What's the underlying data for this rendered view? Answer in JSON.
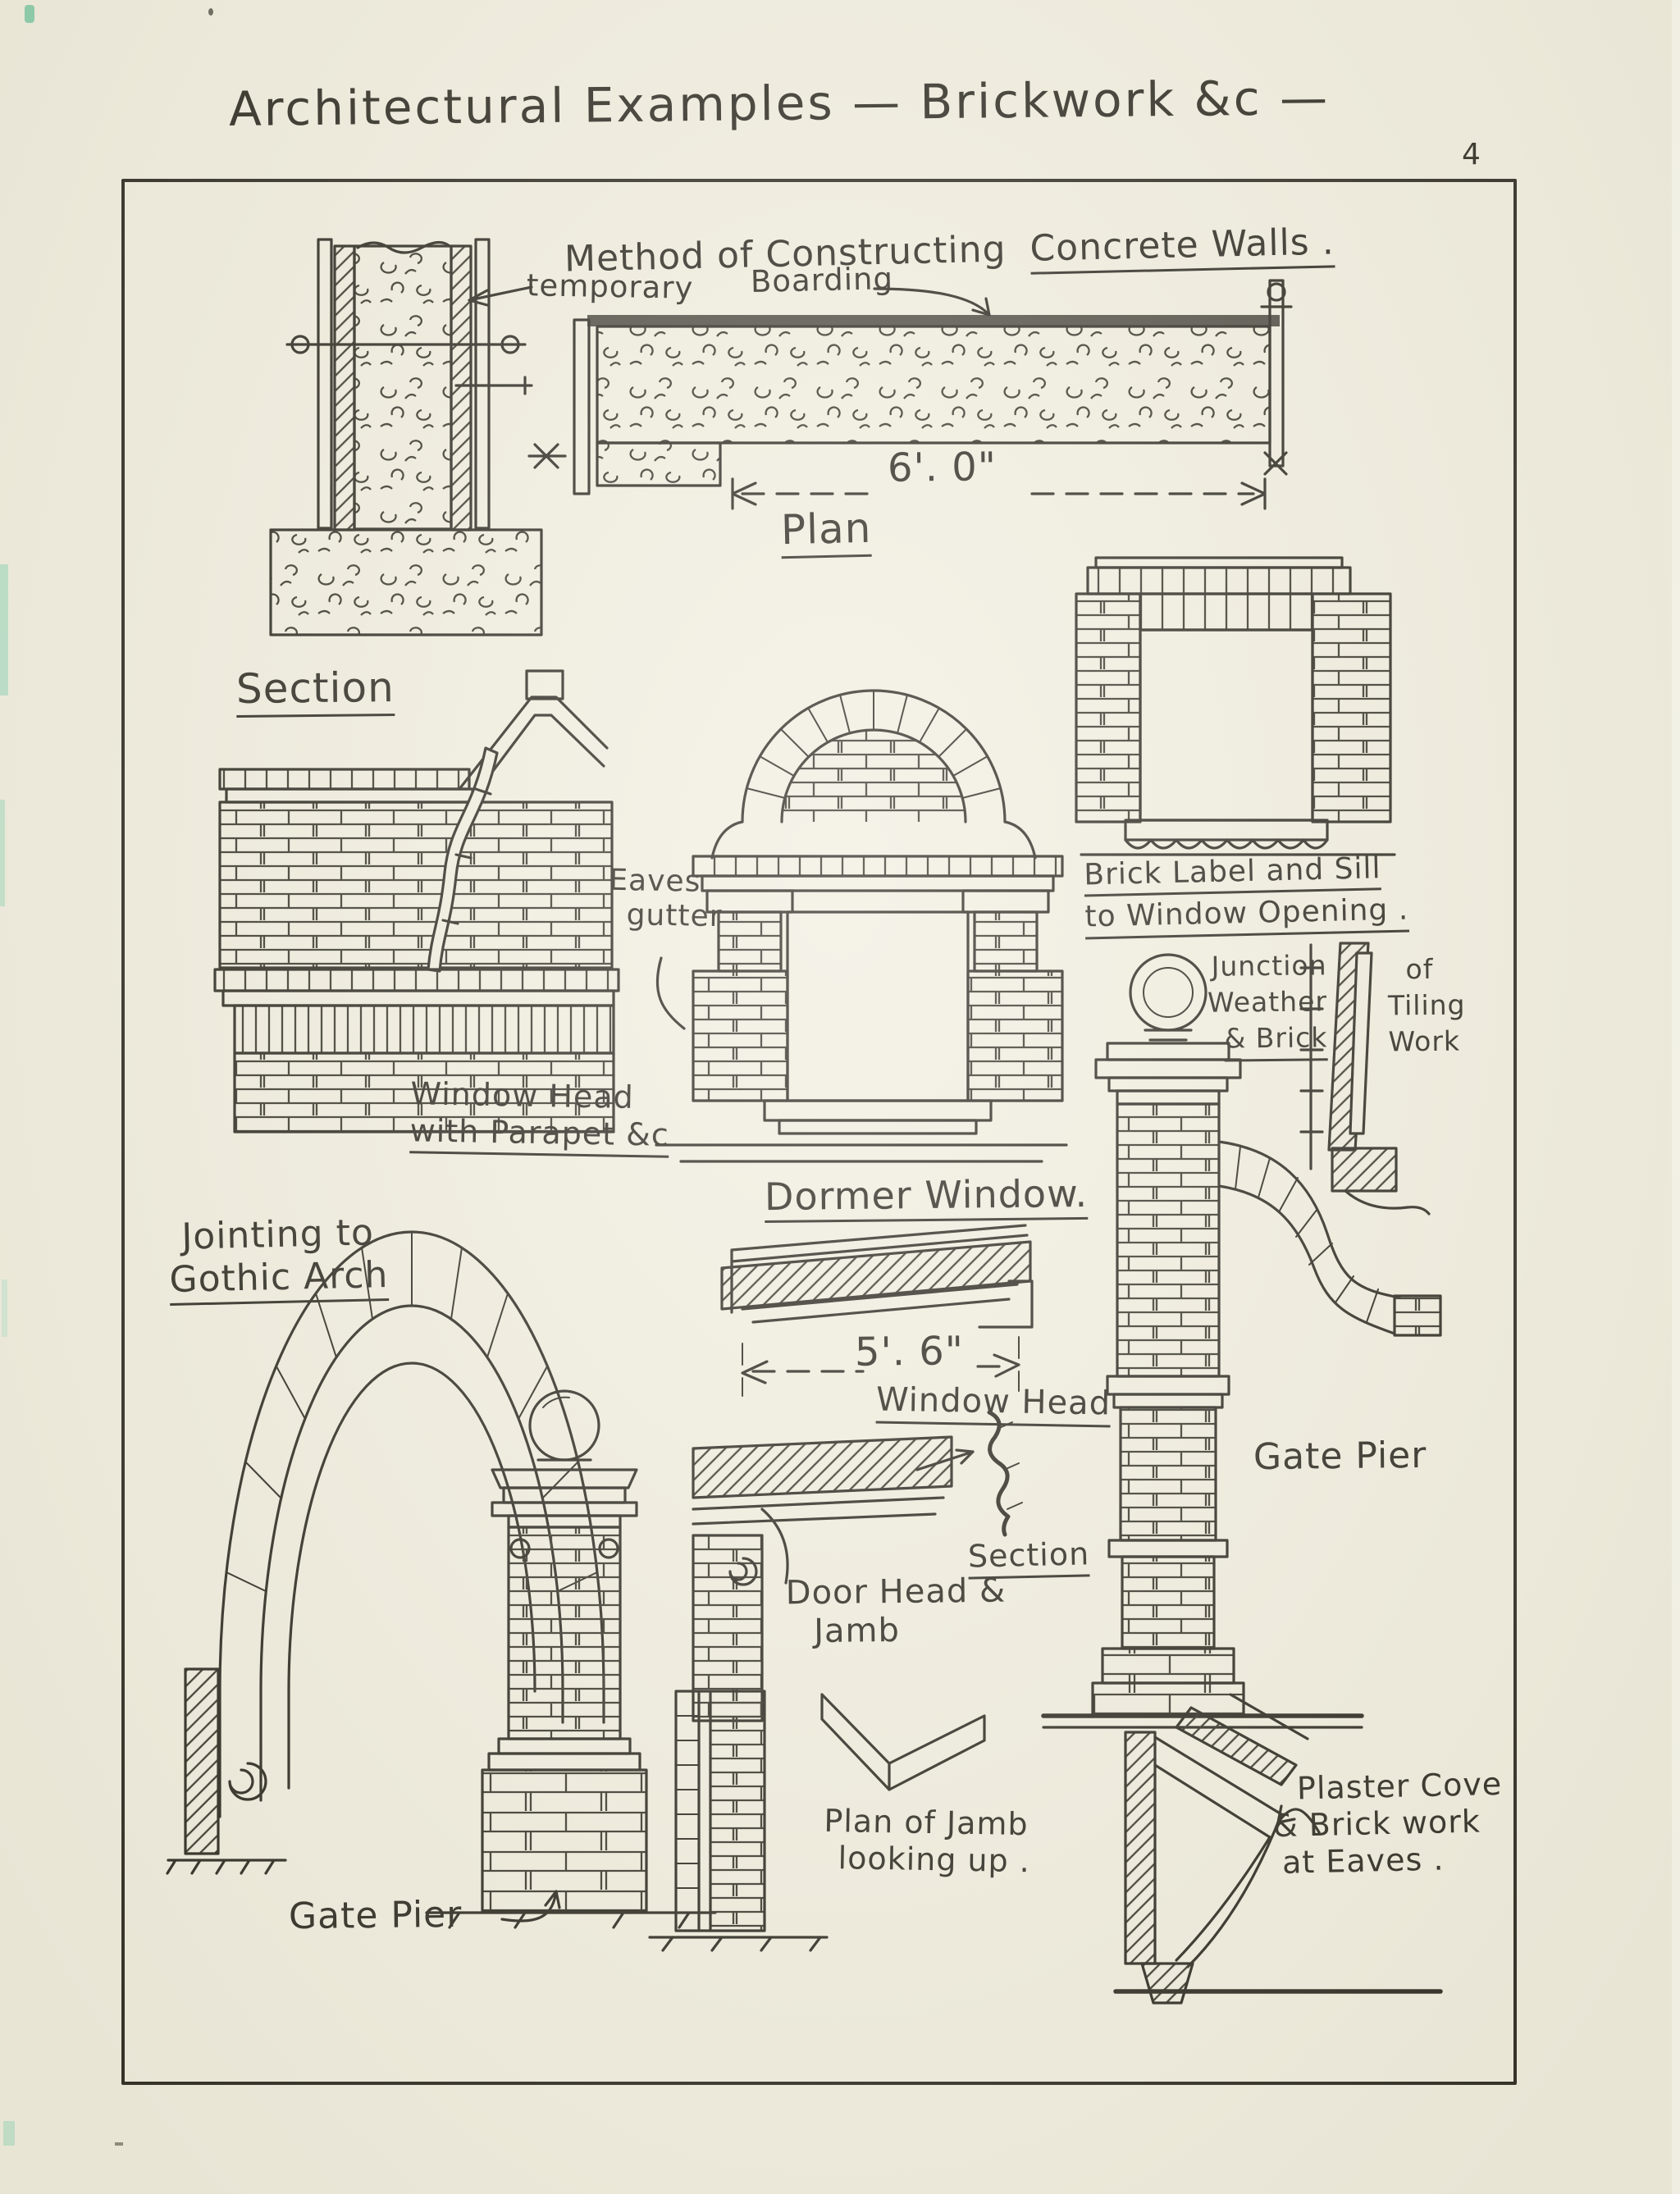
{
  "page": {
    "title": "Architectural Examples — Brickwork &c —",
    "page_number": "4"
  },
  "labels": {
    "method_title_prefix": "Method of Constructing",
    "method_title_underlined": "Concrete Walls .",
    "temporary": "temporary",
    "boarding": "Boarding",
    "plan_dimension": "6'. 0\"",
    "plan": "Plan",
    "section": "Section",
    "eaves_1": "Eaves",
    "eaves_2": "gutter",
    "window_head_parapet_1": "Window Head",
    "window_head_parapet_2": "with Parapet &c",
    "dormer": "Dormer Window.",
    "brick_label_1": "Brick Label and Sill",
    "brick_label_2": "to Window Opening .",
    "junction_1": "Junction",
    "junction_2": "Weather",
    "junction_3": "& Brick",
    "tiling_1": "of",
    "tiling_2": "Tiling",
    "tiling_3": "Work",
    "gothic_1": "Jointing to",
    "gothic_2": "Gothic Arch",
    "window_head_dimension": "5'. 6\"",
    "window_head": "Window Head",
    "gate_pier_right": "Gate Pier",
    "door_section": "Section",
    "door_head_1": "Door Head &",
    "door_head_2": "Jamb",
    "jamb_plan_1": "Plan of Jamb",
    "jamb_plan_2": "looking up .",
    "plaster_1": "Plaster Cove",
    "plaster_2": "& Brick work",
    "plaster_3": "at Eaves .",
    "gate_pier_left": "Gate Pier"
  },
  "colors": {
    "paper": "#f2efe1",
    "ink": "#2e2c24",
    "scan_green": "#8fd7b9"
  }
}
